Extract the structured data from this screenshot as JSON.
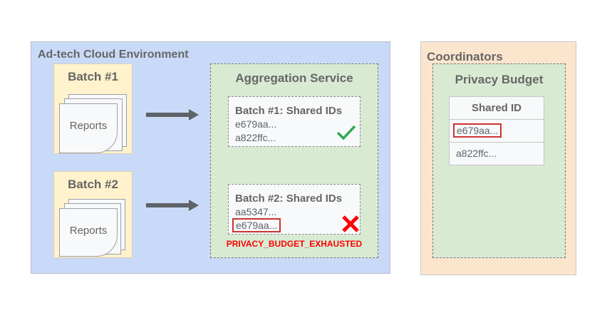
{
  "environment": {
    "title": "Ad-tech Cloud Environment",
    "batches": [
      {
        "title": "Batch #1",
        "reports_label": "Reports"
      },
      {
        "title": "Batch #2",
        "reports_label": "Reports"
      }
    ]
  },
  "aggregation_service": {
    "title": "Aggregation Service",
    "batches": [
      {
        "title": "Batch #1: Shared IDs",
        "ids": [
          "e679aa...",
          "a822ffc..."
        ],
        "status": "check-icon"
      },
      {
        "title": "Batch #2: Shared IDs",
        "ids": [
          "aa5347...",
          "e679aa..."
        ],
        "status": "x-icon"
      }
    ],
    "error": "PRIVACY_BUDGET_EXHAUSTED"
  },
  "coordinators": {
    "title": "Coordinators",
    "privacy_budget": {
      "title": "Privacy Budget",
      "header": "Shared ID",
      "rows": [
        "e679aa...",
        "a822ffc..."
      ]
    }
  },
  "colors": {
    "environment": "#c9daf8",
    "coordinators": "#fce5cd",
    "service": "#d9ead3",
    "batch": "#fff2cc",
    "error": "#ff0000",
    "check": "#34a853"
  }
}
